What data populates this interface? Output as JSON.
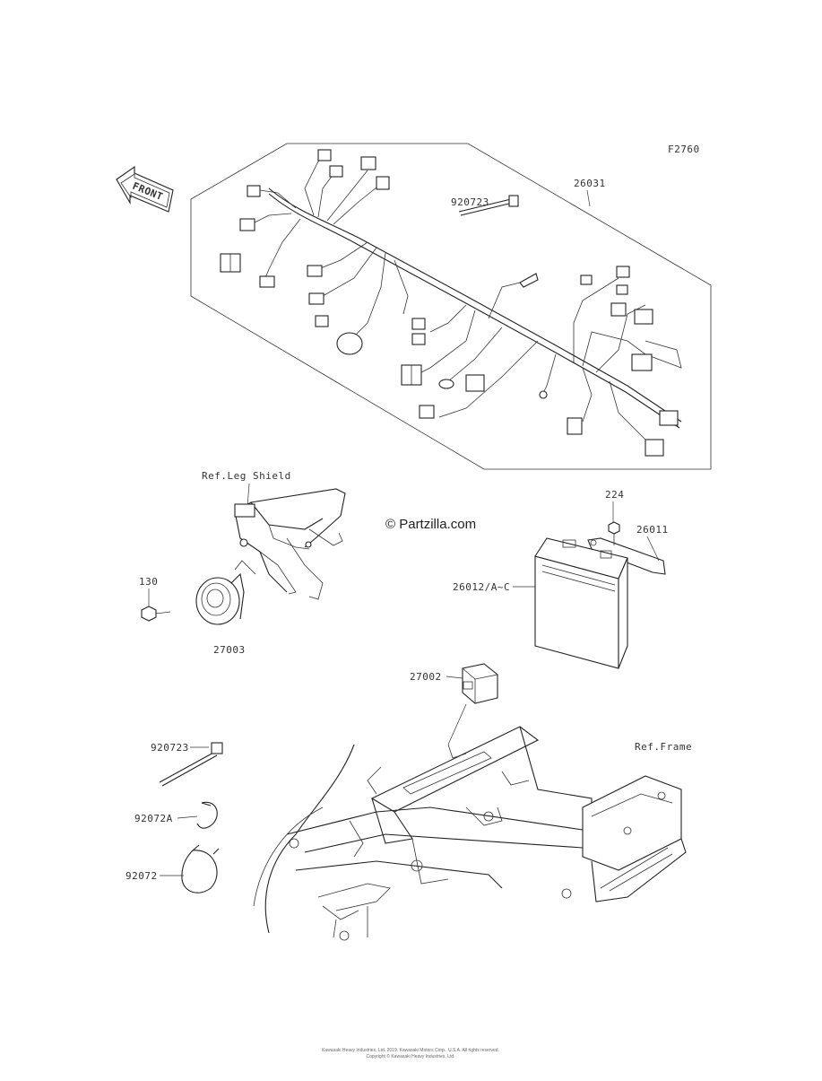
{
  "diagram": {
    "code": "F2760",
    "front_label": "FRONT",
    "watermark": "© Partzilla.com",
    "references": {
      "leg_shield": "Ref.Leg Shield",
      "frame": "Ref.Frame"
    },
    "parts": {
      "harness": "26031",
      "band_upper": "920723",
      "battery_bolt": "224",
      "battery_band": "26011",
      "battery": "26012/A~C",
      "horn_bolt": "130",
      "horn": "27003",
      "relay": "27002",
      "band_lower": "920723",
      "clamp_small": "92072A",
      "clamp_large": "92072"
    },
    "footer": {
      "line1": "Kawasaki Heavy Industries, Ltd. 2019. Kawasaki Motors Corp., U.S.A. All rights reserved.",
      "line2": "Copyright © Kawasaki Heavy Industries, Ltd."
    }
  }
}
